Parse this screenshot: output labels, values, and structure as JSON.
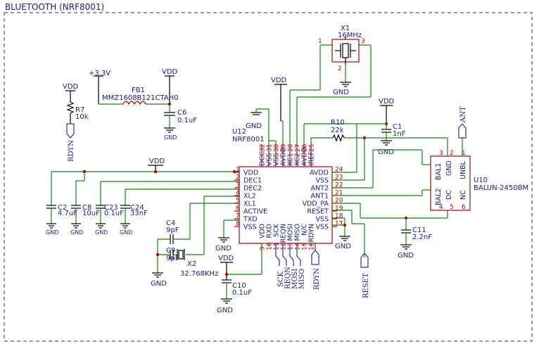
{
  "title": "BLUETOOTH (NRF8001)",
  "power": {
    "vdd": "VDD",
    "v33": "+3.3V",
    "gnd": "GND"
  },
  "u12": {
    "ref": "U12",
    "value": "NRF8001",
    "left_pins": [
      {
        "name": "VDD",
        "num": "1"
      },
      {
        "name": "DEC1",
        "num": "2"
      },
      {
        "name": "DEC2",
        "num": "3"
      },
      {
        "name": "XL2",
        "num": "4"
      },
      {
        "name": "XL1",
        "num": "5"
      },
      {
        "name": "ACTIVE",
        "num": "6"
      },
      {
        "name": "TXD",
        "num": "7"
      },
      {
        "name": "VSS",
        "num": "8"
      }
    ],
    "right_pins": [
      {
        "name": "AVDD",
        "num": "24"
      },
      {
        "name": "VSS",
        "num": "23"
      },
      {
        "name": "ANT2",
        "num": "22"
      },
      {
        "name": "ANT1",
        "num": "21"
      },
      {
        "name": "VDD_PA",
        "num": "20"
      },
      {
        "name": "RESET",
        "num": "19"
      },
      {
        "name": "VSS",
        "num": "18"
      },
      {
        "name": "VSS",
        "num": "17"
      }
    ],
    "top_pins": [
      {
        "name": "DCC",
        "num": "32"
      },
      {
        "name": "VSS",
        "num": "31"
      },
      {
        "name": "VSS",
        "num": "30"
      },
      {
        "name": "AVDD",
        "num": "29"
      },
      {
        "name": "XC1",
        "num": "28"
      },
      {
        "name": "XC2",
        "num": "27"
      },
      {
        "name": "AVDD",
        "num": "26"
      },
      {
        "name": "IREF",
        "num": "25"
      }
    ],
    "bottom_pins": [
      {
        "name": "VDD",
        "num": "9"
      },
      {
        "name": "RXD",
        "num": "10"
      },
      {
        "name": "SCK",
        "num": "11"
      },
      {
        "name": "REQN",
        "num": "12"
      },
      {
        "name": "MOSI",
        "num": "13"
      },
      {
        "name": "MISO",
        "num": "14"
      },
      {
        "name": "N/C",
        "num": "15"
      },
      {
        "name": "RDYN",
        "num": "16"
      }
    ]
  },
  "x1": {
    "ref": "X1",
    "value": "16MHz",
    "pin1": "1",
    "pin2": "2",
    "pin3": "3"
  },
  "fb1": {
    "ref": "FB1",
    "value": "MMZ1608B121CTAH0"
  },
  "c6": {
    "ref": "C6",
    "value": "0.1uF"
  },
  "r7": {
    "ref": "R7",
    "value": "10k"
  },
  "r10": {
    "ref": "R10",
    "value": "22k"
  },
  "c1": {
    "ref": "C1",
    "value": "1nF"
  },
  "c2": {
    "ref": "C2",
    "value": "4.7uF"
  },
  "c8": {
    "ref": "C8",
    "value": "10uF"
  },
  "c23": {
    "ref": "C23",
    "value": "0.1uF"
  },
  "c24": {
    "ref": "C24",
    "value": "33nF"
  },
  "c4": {
    "ref": "C4",
    "value": "9pF"
  },
  "c9": {
    "ref": "C9",
    "value": "9pF"
  },
  "x2": {
    "ref": "X2",
    "value": "32.768KHz"
  },
  "c10": {
    "ref": "C10",
    "value": "0.1uF"
  },
  "c11": {
    "ref": "C11",
    "value": "2.2nF"
  },
  "u10": {
    "ref": "U10",
    "value": "BALUN-2450BM",
    "pins": [
      {
        "name": "BAL1",
        "num": "3"
      },
      {
        "name": "GND",
        "num": "2"
      },
      {
        "name": "UNBL",
        "num": "1"
      },
      {
        "name": "BAL2",
        "num": "4"
      },
      {
        "name": "DC",
        "num": "5"
      },
      {
        "name": "NC",
        "num": "6"
      }
    ]
  },
  "signals": {
    "rdyn": "RDYN",
    "ant": "ANT",
    "reset": "RESET",
    "sck": "SCK",
    "reqn": "REQN",
    "mosi": "MOSI",
    "miso": "MISO"
  }
}
